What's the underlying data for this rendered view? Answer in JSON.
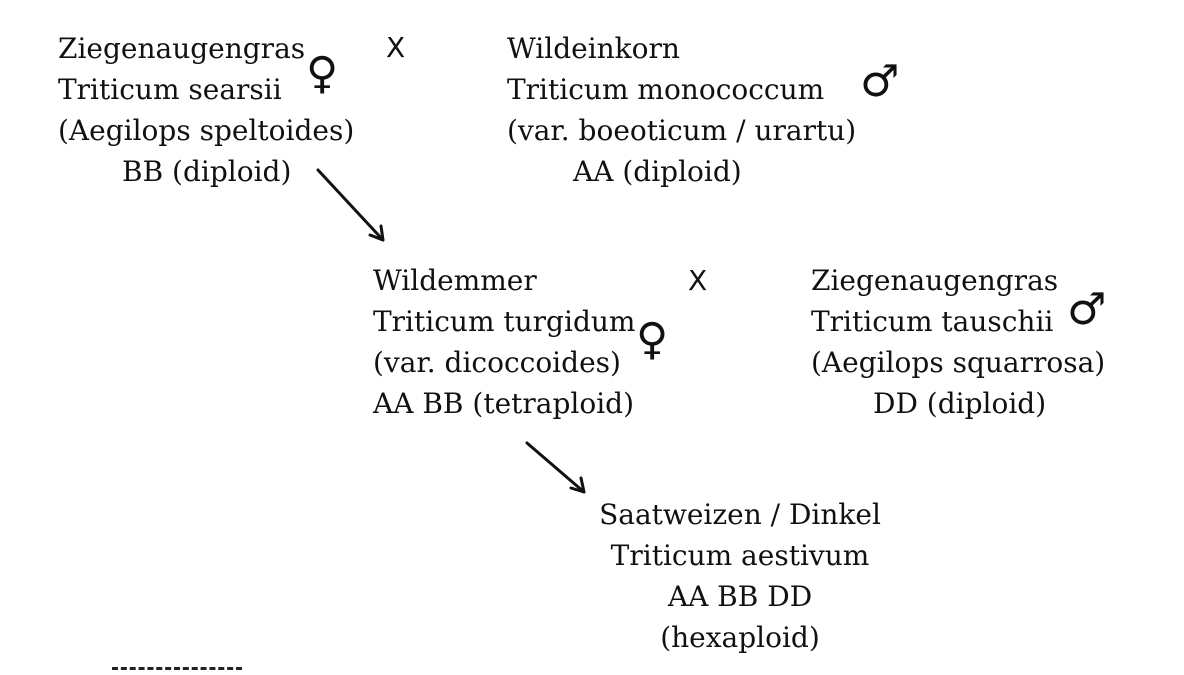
{
  "nodes": {
    "aegilops_speltoides": {
      "common_name": "Ziegenaugengras",
      "species": "Triticum searsii",
      "synonym": "(Aegilops speltoides)",
      "genome": "BB (diploid)",
      "sex_symbol": "♀"
    },
    "wildeinkorn": {
      "common_name": "Wildeinkorn",
      "species": "Triticum monococcum",
      "synonym": "(var. boeoticum / urartu)",
      "genome": "AA (diploid)",
      "sex_symbol": "♂"
    },
    "wildemmer": {
      "common_name": "Wildemmer",
      "species": "Triticum turgidum",
      "synonym": "(var. dicoccoides)",
      "genome": "AA BB (tetraploid)",
      "sex_symbol": "♀"
    },
    "aegilops_squarrosa": {
      "common_name": "Ziegenaugengras",
      "species": "Triticum tauschii",
      "synonym": "(Aegilops squarrosa)",
      "genome": "DD (diploid)",
      "sex_symbol": "♂"
    },
    "saatweizen": {
      "common_name": "Saatweizen / Dinkel",
      "species": "Triticum aestivum",
      "genome": "AA BB DD",
      "ploidy": "(hexaploid)"
    }
  },
  "cross_symbol": "X",
  "edges": [
    {
      "from": "aegilops_speltoides",
      "to": "wildemmer"
    },
    {
      "from": "wildemmer",
      "to": "saatweizen"
    }
  ],
  "colors": {
    "ink": "#111111",
    "background": "#ffffff"
  }
}
